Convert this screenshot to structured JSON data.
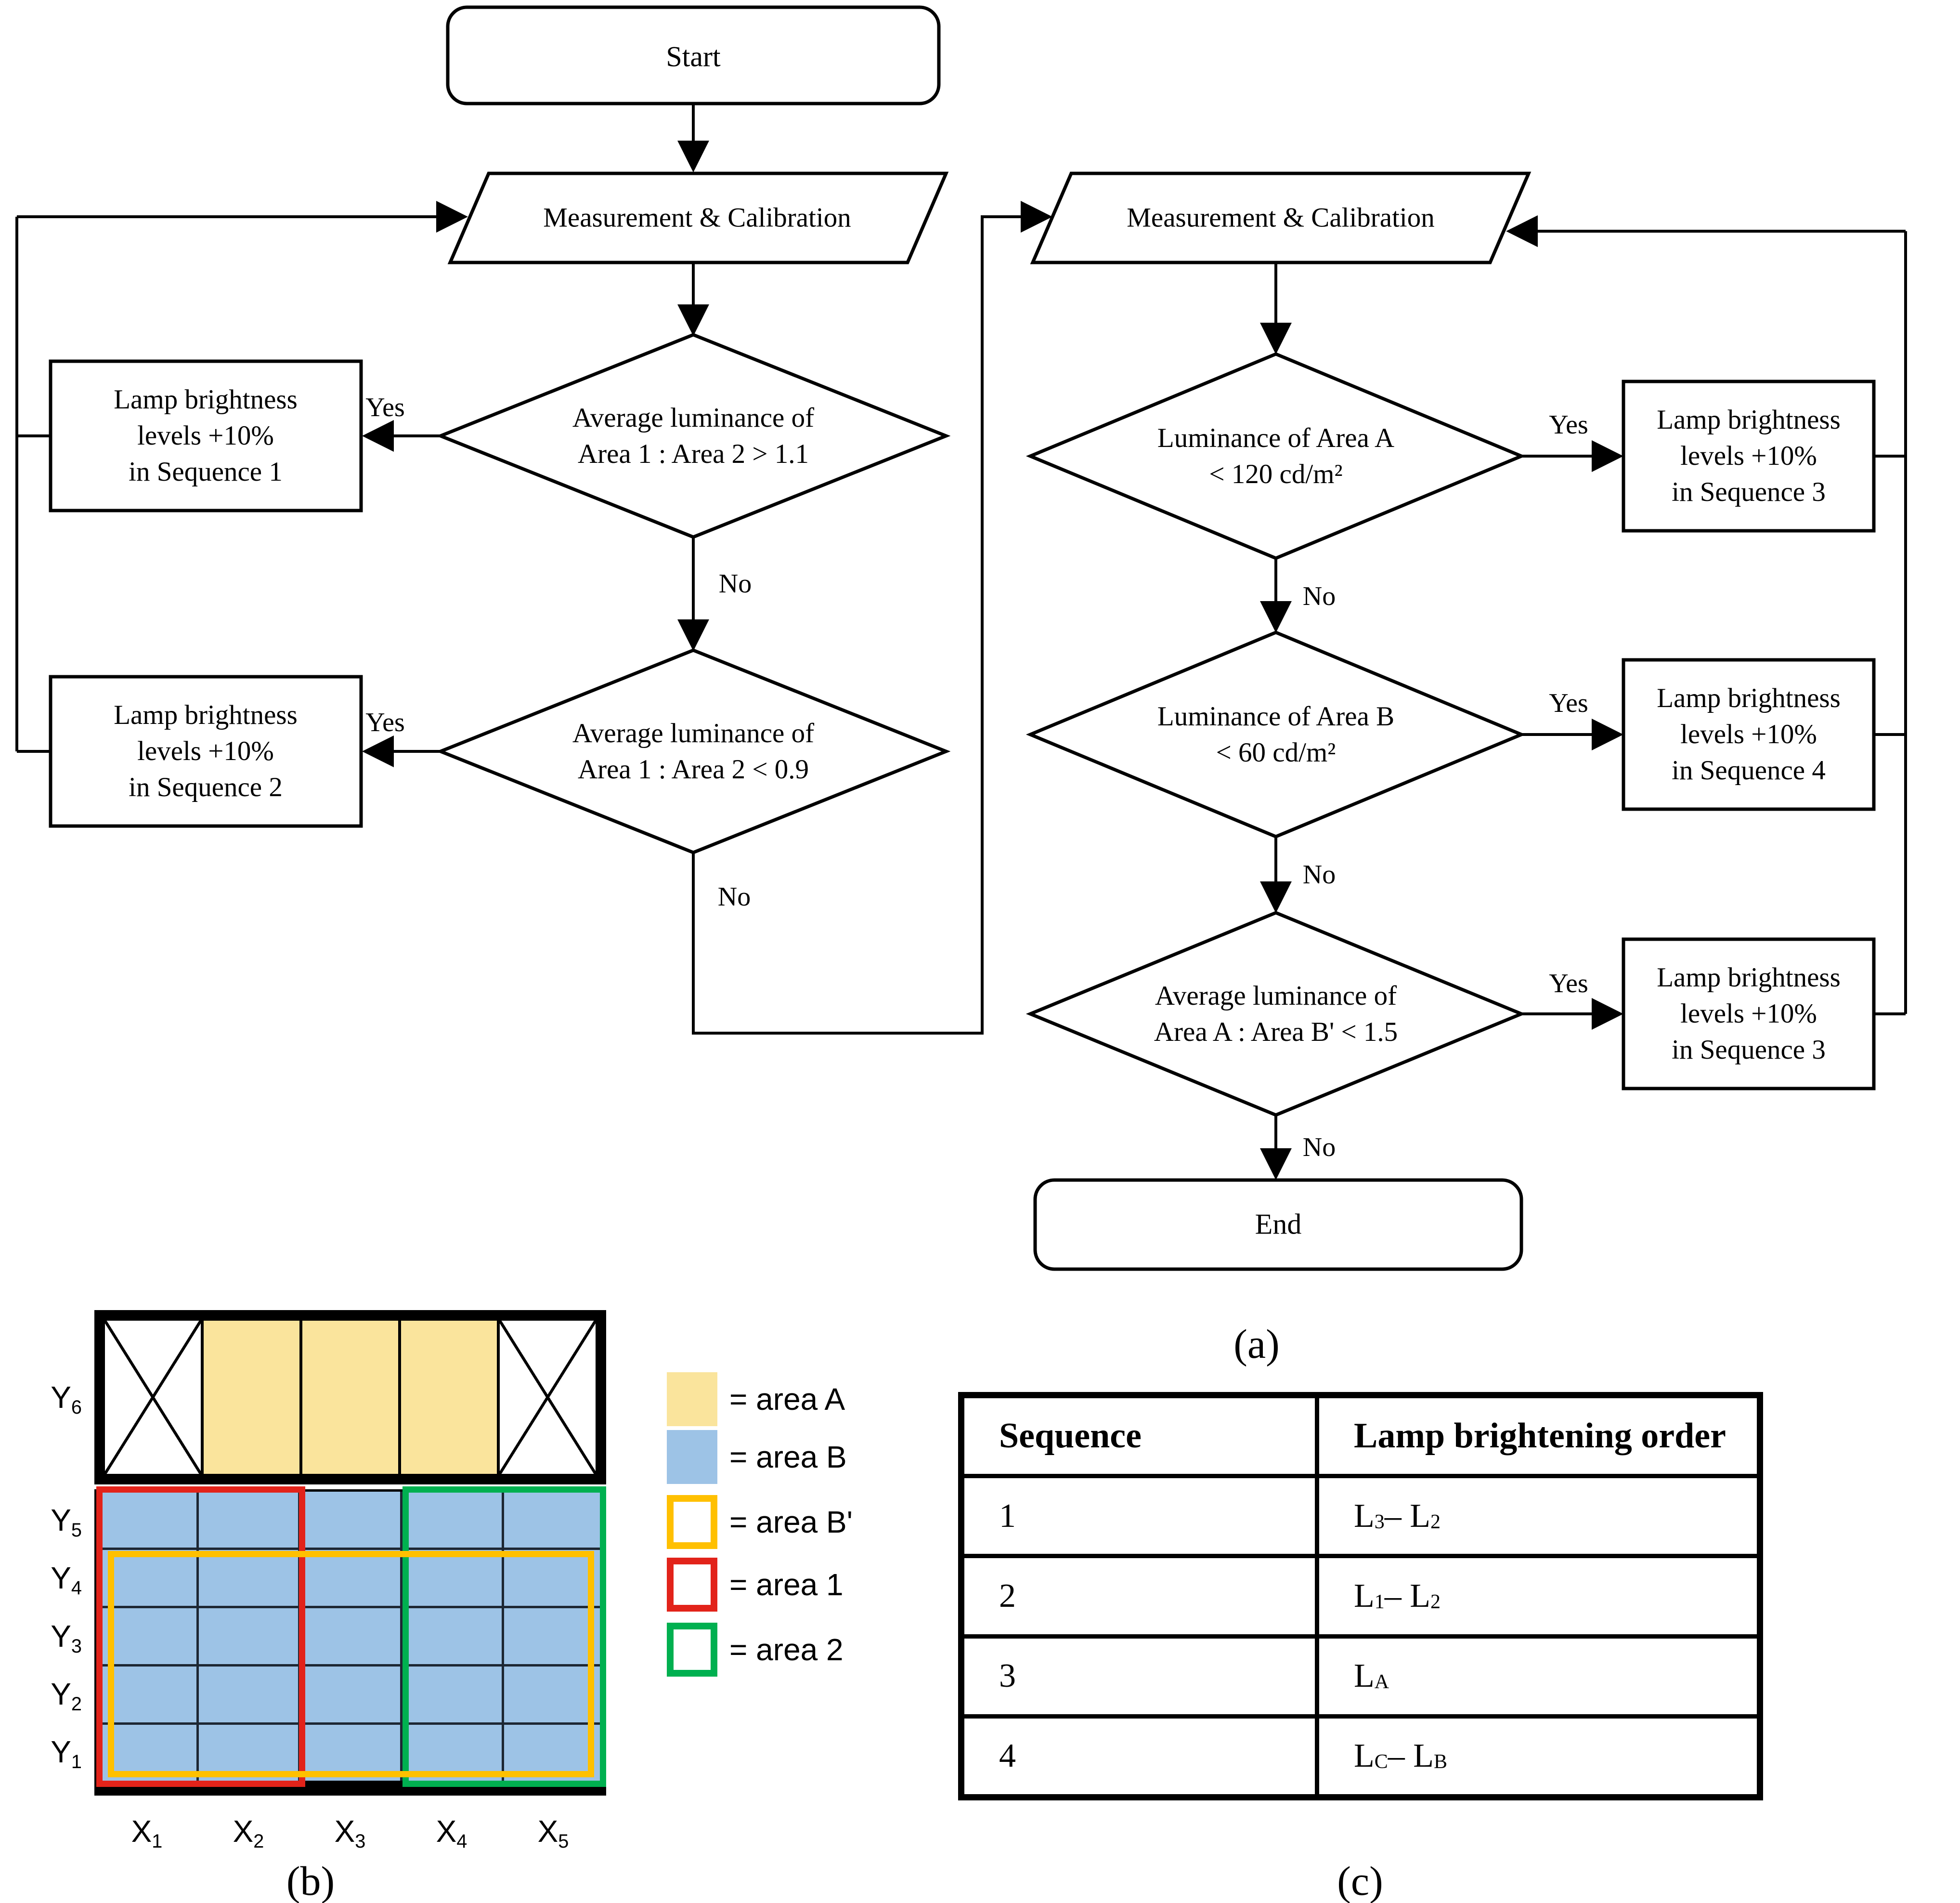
{
  "flowchart": {
    "caption": "(a)",
    "start_label": "Start",
    "end_label": "End",
    "io_label": "Measurement & Calibration",
    "yes_label": "Yes",
    "no_label": "No",
    "left": {
      "decision1": "Average luminance of\nArea 1 : Area 2 > 1.1",
      "decision2": "Average luminance of\nArea 1 : Area 2 < 0.9",
      "process1": "Lamp brightness\nlevels +10%\nin Sequence 1",
      "process2": "Lamp brightness\nlevels +10%\nin Sequence 2"
    },
    "right": {
      "decision1": "Luminance of Area A\n< 120 cd/m²",
      "decision2": "Luminance of Area B\n< 60 cd/m²",
      "decision3": "Average luminance of\nArea A : Area B' < 1.5",
      "process1": "Lamp brightness\nlevels +10%\nin Sequence 3",
      "process2": "Lamp brightness\nlevels +10%\nin Sequence 4",
      "process3": "Lamp brightness\nlevels +10%\nin Sequence 3"
    }
  },
  "grid": {
    "caption": "(b)",
    "y_labels": [
      {
        "base": "Y",
        "sub": "6"
      },
      {
        "base": "Y",
        "sub": "5"
      },
      {
        "base": "Y",
        "sub": "4"
      },
      {
        "base": "Y",
        "sub": "3"
      },
      {
        "base": "Y",
        "sub": "2"
      },
      {
        "base": "Y",
        "sub": "1"
      }
    ],
    "x_labels": [
      {
        "base": "X",
        "sub": "1"
      },
      {
        "base": "X",
        "sub": "2"
      },
      {
        "base": "X",
        "sub": "3"
      },
      {
        "base": "X",
        "sub": "4"
      },
      {
        "base": "X",
        "sub": "5"
      }
    ],
    "top_row_cells": [
      "cross",
      "areaA",
      "areaA",
      "areaA",
      "cross"
    ],
    "main_rows": 5,
    "main_cols": 5,
    "colors": {
      "area_a_fill": "#FAE49C",
      "area_b_fill": "#9DC3E6",
      "area_b_prime_outline": "#FFC000",
      "area_1_outline": "#E2231A",
      "area_2_outline": "#00B050"
    }
  },
  "legend": {
    "items": [
      {
        "swatch": "fill",
        "color": "#FAE49C",
        "label": "= area A"
      },
      {
        "swatch": "fill",
        "color": "#9DC3E6",
        "label": "= area B"
      },
      {
        "swatch": "outline",
        "color": "#FFC000",
        "label": "= area B'"
      },
      {
        "swatch": "outline",
        "color": "#E2231A",
        "label": "= area 1"
      },
      {
        "swatch": "outline",
        "color": "#00B050",
        "label": "= area 2"
      }
    ]
  },
  "table": {
    "caption": "(c)",
    "headers": [
      "Sequence",
      "Lamp brightening order"
    ],
    "rows": [
      {
        "sequence": "1",
        "order": [
          [
            "L",
            0
          ],
          [
            "3",
            1
          ],
          [
            " – L",
            0
          ],
          [
            "2",
            1
          ]
        ]
      },
      {
        "sequence": "2",
        "order": [
          [
            "L",
            0
          ],
          [
            "1",
            1
          ],
          [
            " – L",
            0
          ],
          [
            "2",
            1
          ]
        ]
      },
      {
        "sequence": "3",
        "order": [
          [
            "L",
            0
          ],
          [
            "A",
            1
          ]
        ]
      },
      {
        "sequence": "4",
        "order": [
          [
            "L",
            0
          ],
          [
            "C",
            1
          ],
          [
            " – L",
            0
          ],
          [
            "B",
            1
          ]
        ]
      }
    ]
  }
}
